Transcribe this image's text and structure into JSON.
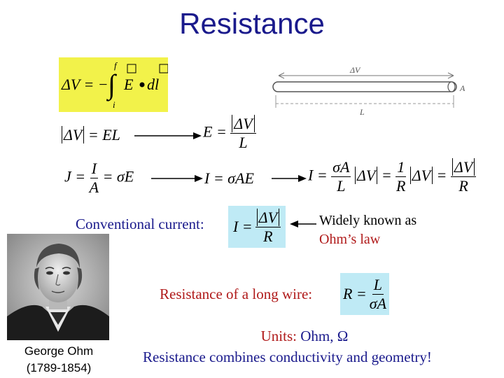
{
  "slide": {
    "title": "Resistance",
    "conventional_label": "Conventional current:",
    "ohm_note_line1": "Widely known as",
    "ohm_note_line2": "Ohm’s law",
    "long_wire_label": "Resistance of a long wire:",
    "units_prefix": "Units:",
    "units_value": "Ohm, Ω",
    "summary": "Resistance combines conductivity and geometry!",
    "portrait_name": "George Ohm",
    "portrait_years": "(1789-1854)"
  },
  "wire_diagram": {
    "dv_label": "ΔV",
    "a_label": "A",
    "l_label": "L"
  },
  "colors": {
    "title_blue": "#1a1a8c",
    "highlight_yellow": "#f2f24a",
    "highlight_cyan": "#bfeaf5",
    "text_red": "#b01a1a"
  }
}
